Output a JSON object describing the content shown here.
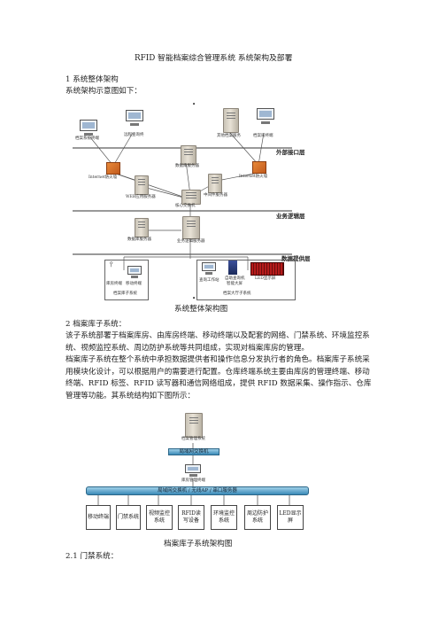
{
  "doc": {
    "title": "RFID 智能档案综合管理系统 系统架构及部署",
    "h1": "1 系统整体架构",
    "p1": "系统架构示意图如下：",
    "caption1": "系统整体架构图",
    "h2": "2 档案库子系统：",
    "p2": "该子系统部署于档案库房、由库房终端、移动终端以及配套的网络、门禁系统、环境监控系统、视频监控系统、周边防护系统等共同组成，实现对档案库房的管理。",
    "p3": "档案库子系统在整个系统中承担数据提供者和操作信息分发执行者的角色。档案库子系统采用模块化设计，可以根据用户的需要进行配置。仓库终端系统主要由库房的管理终端、移动终端、RFID 标签、RFID 读写器和通信网络组成，提供 RFID 数据采集、操作指示、仓库管理等功能。其系统结构如下图所示：",
    "caption2": "档案库子系统架构图",
    "h3": "2.1 门禁系统："
  },
  "diagram1": {
    "layer_external": "外部接口层",
    "layer_logic": "业务逻辑层",
    "layer_data": "数据提供层",
    "labels": {
      "archive_system": "档案系统终端",
      "remote_terminal": "远程查询终",
      "other_server": "其他档案服务",
      "archive_terminal": "档案局终端",
      "firewall_left": "Internet防火墙",
      "firewall_right": "Internet防火墙",
      "web_server": "WEB应用服务器",
      "app_server": "中间件服务器",
      "db_server": "数据库服务器",
      "backup_server": "数据库服务器",
      "switch": "核心交换机",
      "logic_server": "业务逻辑服务器",
      "mobile_terminal": "库房终端",
      "mobile_device": "移动终端",
      "kb_sub": "档案库子系统",
      "pda": "查询工作站",
      "device_cabinet": "自助查询机",
      "cabinet_group": "智能大屏",
      "shelf": "档案大厅子系统",
      "led": "LED显示屏"
    }
  },
  "diagram2": {
    "top_server": "档案管理系统",
    "bar1": "局域网交换机",
    "mid_label": "库房管理终端",
    "bar2": "局域网交换机 / 无线AP / 串口服务器",
    "modules": [
      "移动终端",
      "门禁系统",
      "视频监控系统",
      "RFID读写设备",
      "环境监控系统",
      "周边防护系统",
      "LED显示屏"
    ]
  },
  "colors": {
    "accent": "#3a8ab8",
    "firewall": "#c25a1c"
  }
}
